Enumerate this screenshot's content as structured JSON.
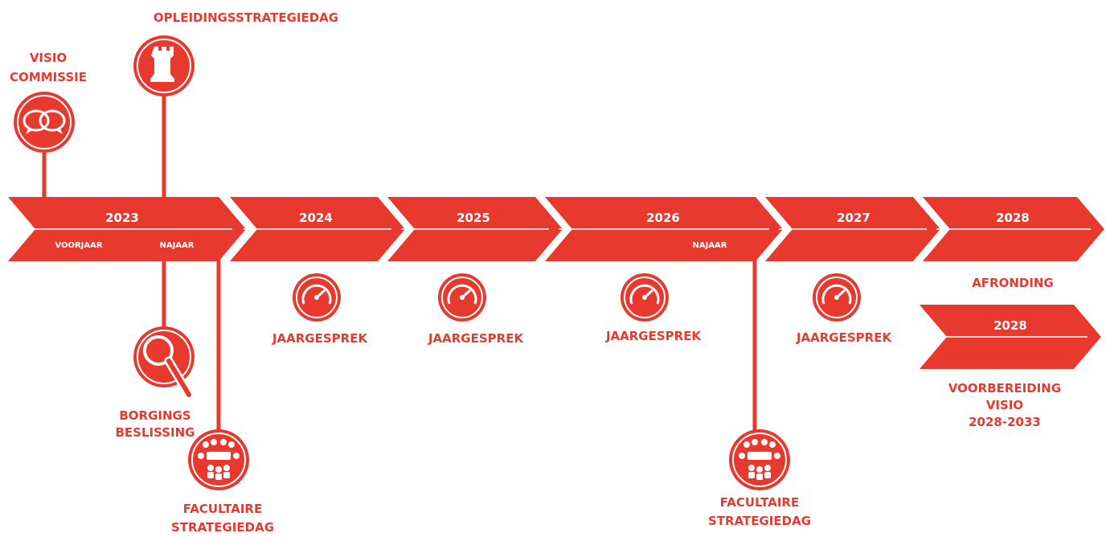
{
  "colors": {
    "accent": "#e8392f",
    "background": "#ffffff"
  },
  "timeline": {
    "years": [
      "2023",
      "2024",
      "2025",
      "2026",
      "2027",
      "2028"
    ],
    "sublabels": {
      "voorjaar_2023": "VOORJAAR",
      "najaar_2023": "NAJAAR",
      "najaar_2026": "NAJAAR"
    },
    "extra_year": "2028"
  },
  "events": {
    "visio_commissie": {
      "line1": "VISIO",
      "line2": "COMMISSIE",
      "icon": "speech-bubbles-icon"
    },
    "opleidingsstrategiedag": {
      "label": "OPLEIDINGSSTRATEGIEDAG",
      "icon": "chess-rook-icon"
    },
    "borgings_beslissing": {
      "line1": "BORGINGS",
      "line2": "BESLISSING",
      "icon": "magnifier-icon"
    },
    "facultaire_2023": {
      "line1": "FACULTAIRE",
      "line2": "STRATEGIEDAG",
      "icon": "group-people-icon"
    },
    "facultaire_2026": {
      "line1": "FACULTAIRE",
      "line2": "STRATEGIEDAG",
      "icon": "group-people-icon"
    },
    "jaargesprek": [
      "JAARGESPREK",
      "JAARGESPREK",
      "JAARGESPREK",
      "JAARGESPREK"
    ],
    "jaargesprek_icon": "speedometer-icon",
    "afronding": "AFRONDING",
    "voorbereiding": {
      "line1": "VOORBEREIDING",
      "line2": "VISIO",
      "line3": "2028-2033"
    }
  }
}
